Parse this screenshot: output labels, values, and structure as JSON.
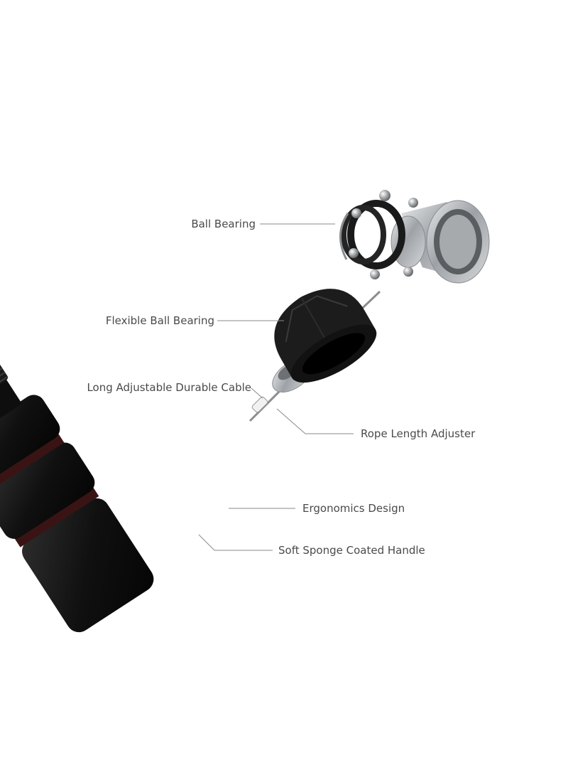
{
  "callouts": {
    "ball_bearing": "Ball Bearing",
    "flexible_ball_bearing": "Flexible Ball Bearing",
    "cable": "Long Adjustable Durable Cable",
    "rope_length_adjuster": "Rope Length Adjuster",
    "ergonomics_design": "Ergonomics Design",
    "sponge_handle": "Soft Sponge Coated Handle"
  },
  "colors": {
    "handle": "#141414",
    "cap": "#1b1b1b",
    "metal": "#b9bcbf",
    "leader": "#8a8a8a",
    "text": "#4a4a4a"
  }
}
